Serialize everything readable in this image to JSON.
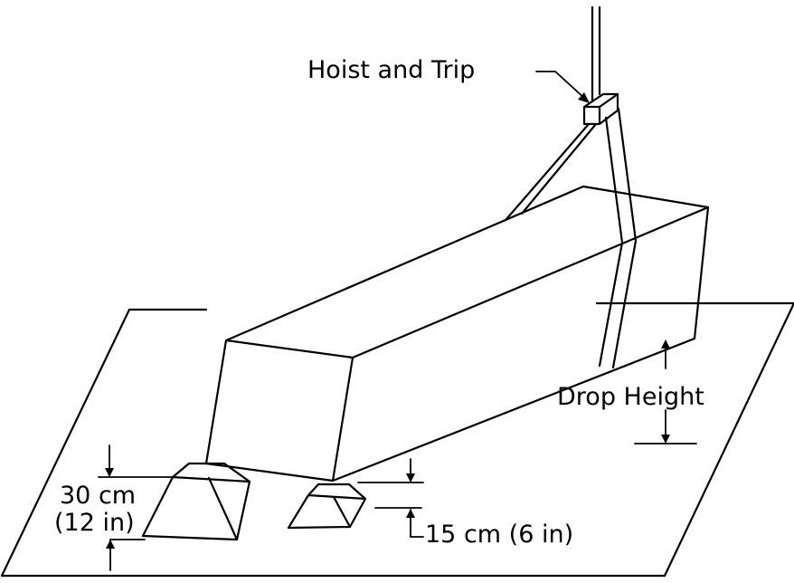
{
  "labels": {
    "hoist": "Hoist and Trip",
    "drop_height": "Drop Height",
    "support_height_cm": "30 cm",
    "support_height_in": "(12 in)",
    "gap": "15 cm (6 in)"
  }
}
